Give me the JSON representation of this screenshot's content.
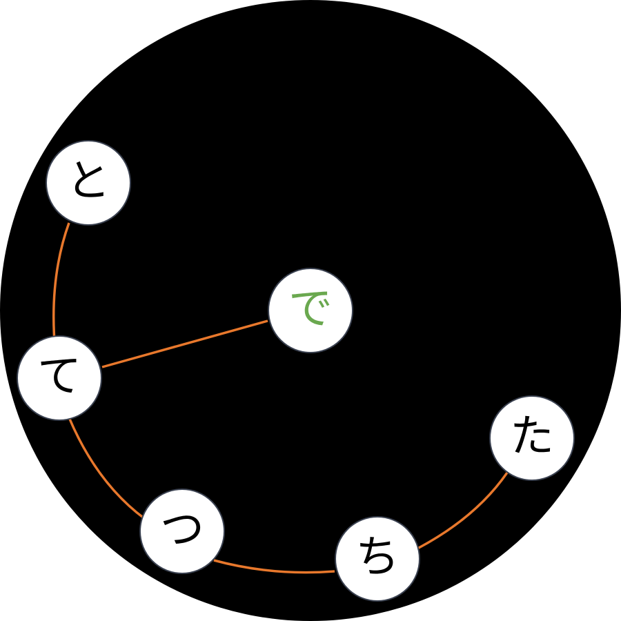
{
  "colors": {
    "background": "#000000",
    "node_fill": "#ffffff",
    "node_border": "#3a4150",
    "connector": "#e8782c",
    "center_text": "#6aa84f",
    "node_text": "#000000"
  },
  "nodes": {
    "center": {
      "label": "で"
    },
    "to": {
      "label": "と"
    },
    "te": {
      "label": "て"
    },
    "tsu": {
      "label": "つ"
    },
    "chi": {
      "label": "ち"
    },
    "ta": {
      "label": "た"
    }
  }
}
